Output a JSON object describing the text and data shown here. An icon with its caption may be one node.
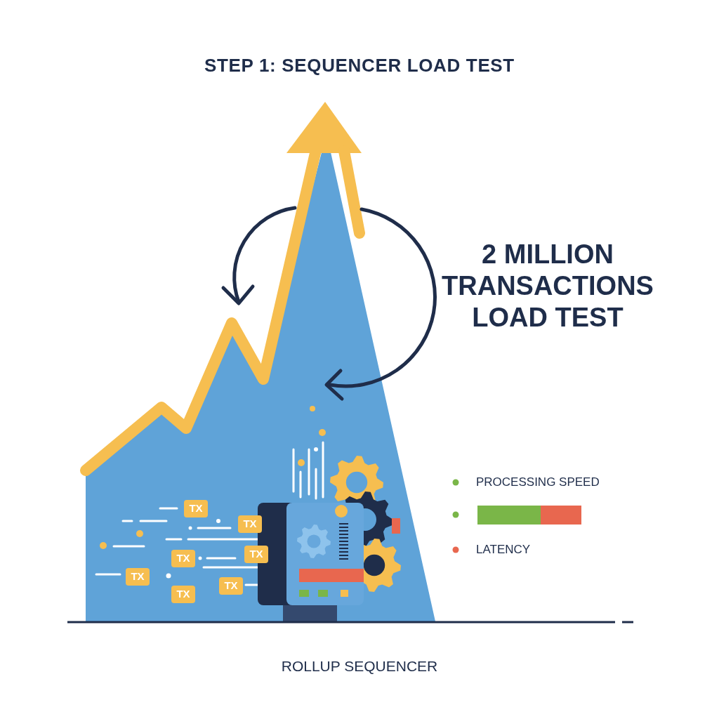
{
  "diagram": {
    "title": "STEP 1: SEQUENCER LOAD TEST",
    "caption": "ROLLUP SEQUENCER",
    "labels": [
      "2 MILLION TRANSACTIONS LOAD TEST",
      "TX",
      "TX",
      "TX",
      "TX",
      "TX",
      "TX",
      "TX"
    ],
    "legend": [
      {
        "text": "PROCESSING SPEED",
        "color": "#7ab648"
      },
      {
        "text": "LATENCY",
        "color": "#e8674f"
      }
    ]
  }
}
